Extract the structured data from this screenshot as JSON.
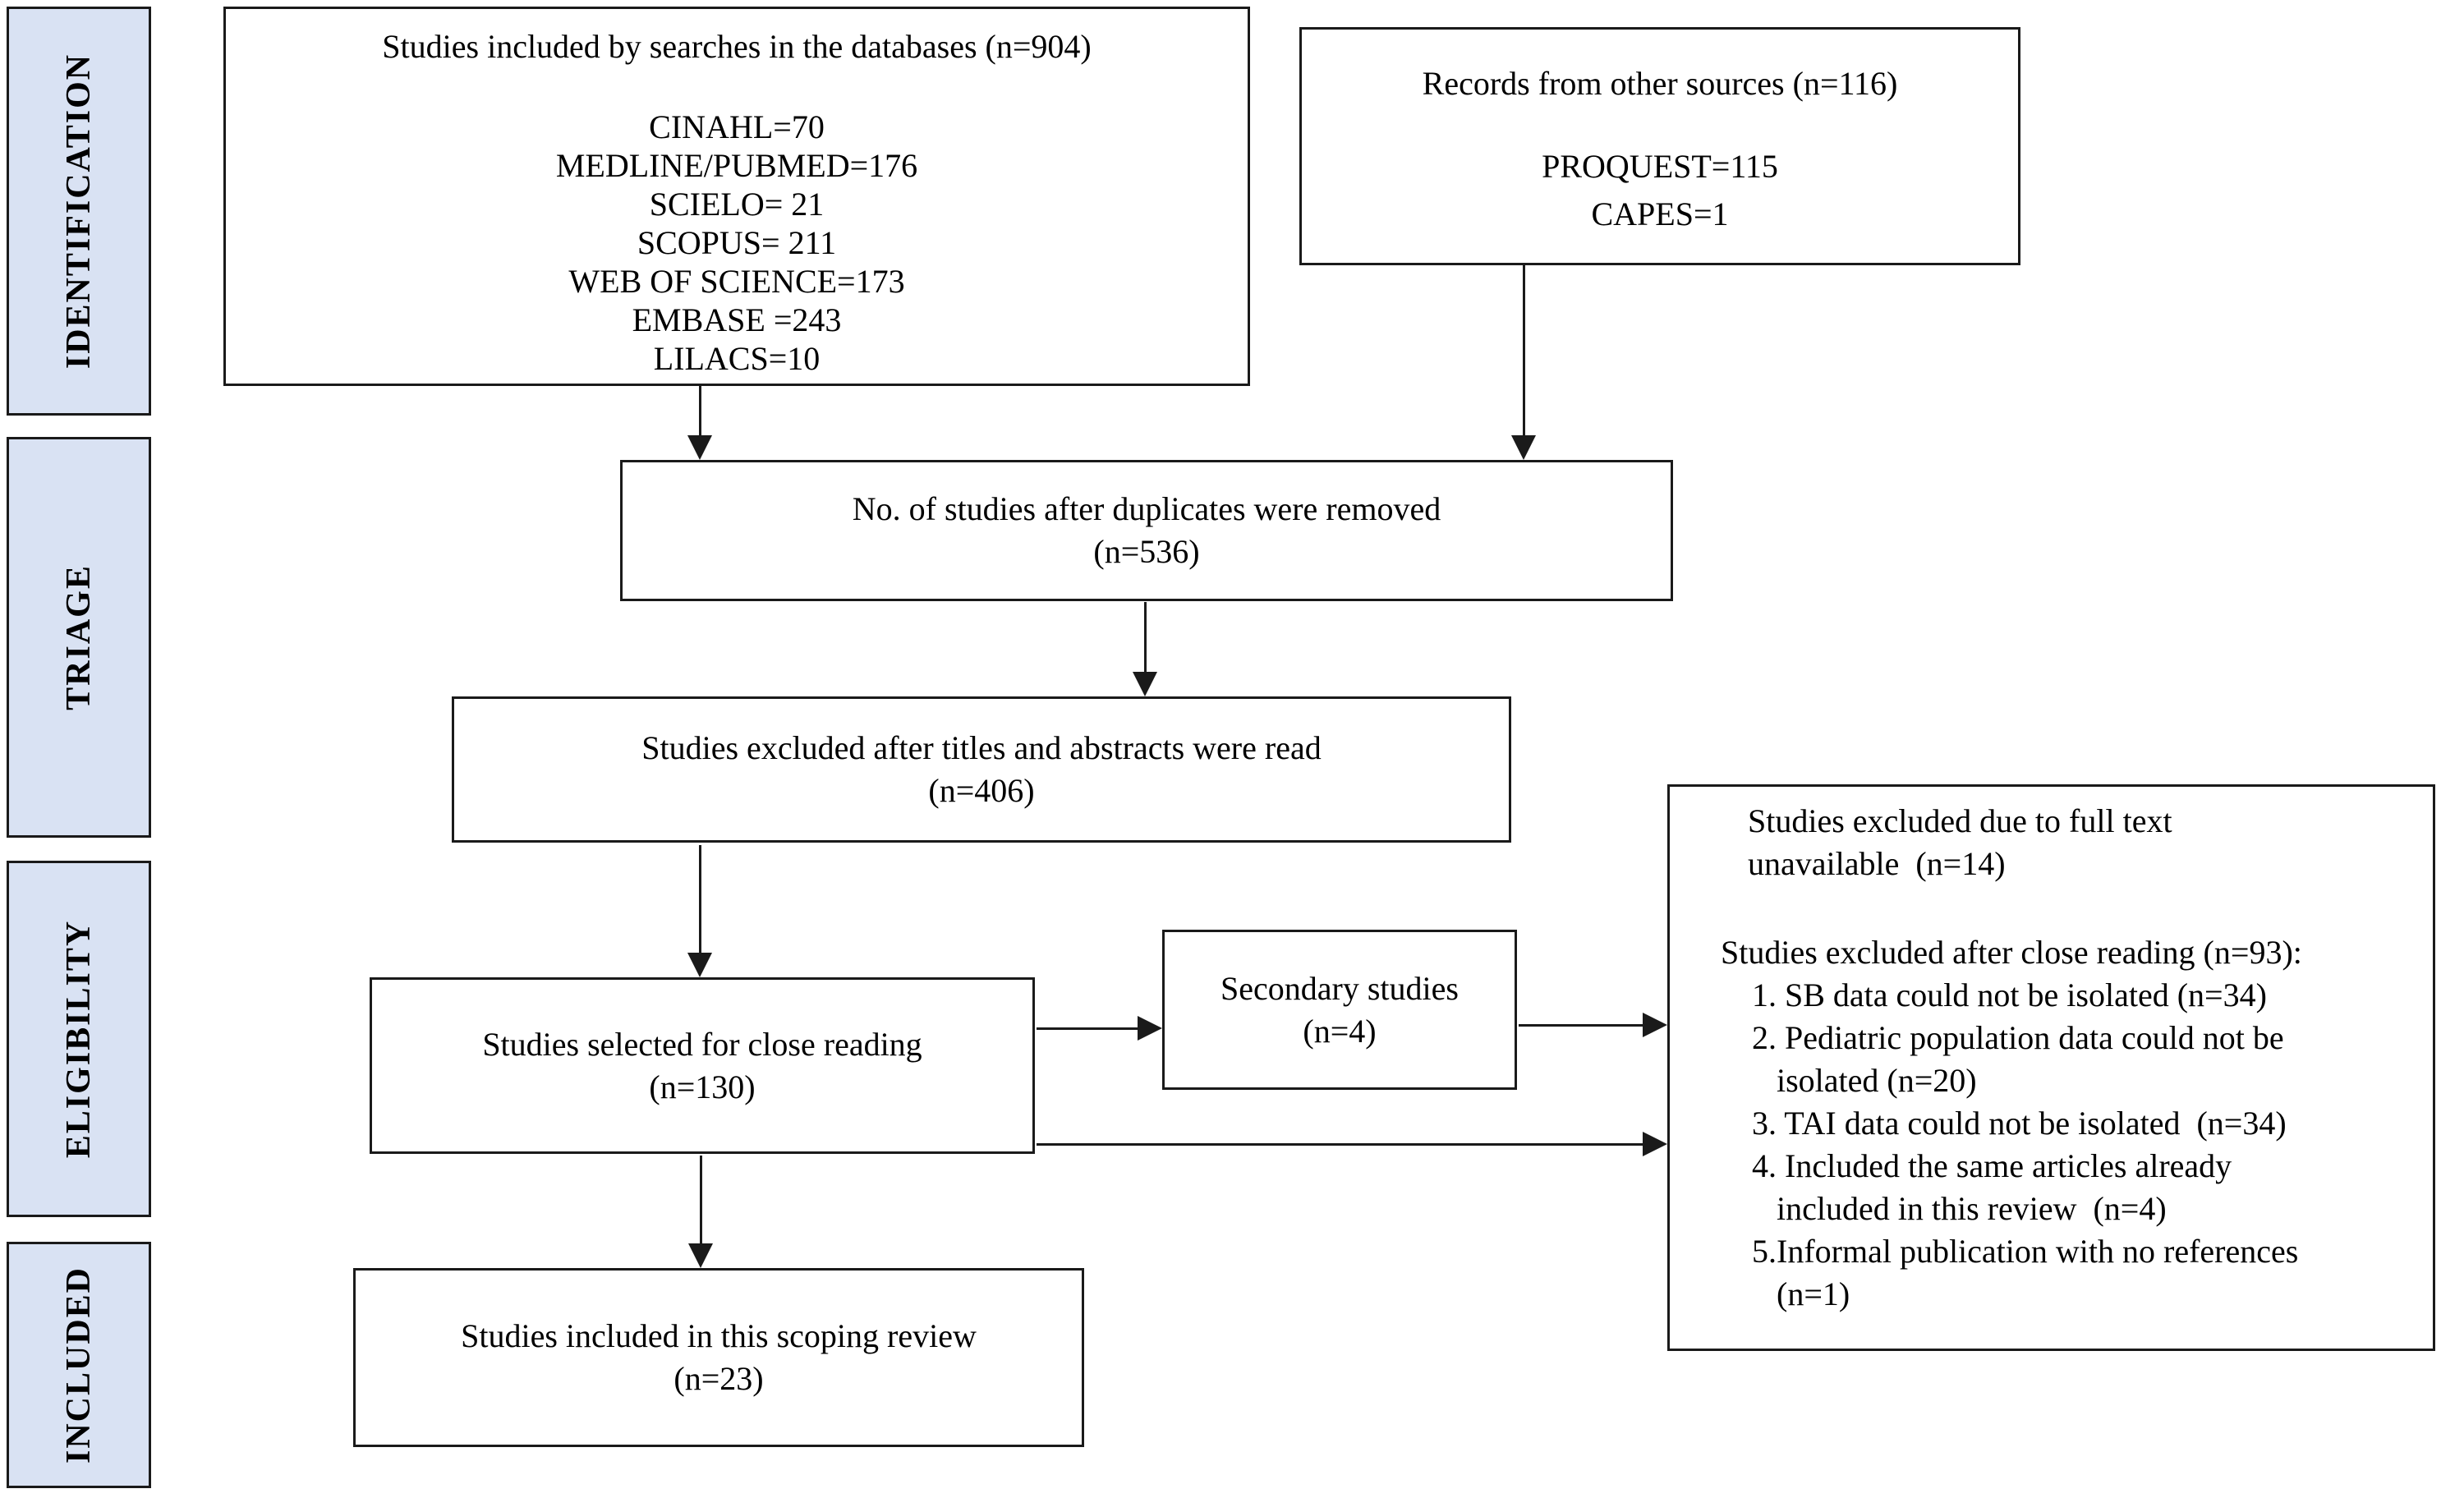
{
  "figure": {
    "type": "prisma-flow-diagram",
    "background": "#ffffff",
    "colors": {
      "stage_fill": "#d9e2f3",
      "border": "#1a1a1a",
      "text": "#000000"
    }
  },
  "sidebar": {
    "stages": [
      {
        "label": "IDENTIFICATION"
      },
      {
        "label": "TRIAGE"
      },
      {
        "label": "ELIGIBILITY"
      },
      {
        "label": "INCLUDED"
      }
    ]
  },
  "boxes": {
    "databases": {
      "title": "Studies included by searches in the databases (n=904)",
      "lines": [
        "CINAHL=70",
        "MEDLINE/PUBMED=176",
        "SCIELO= 21",
        "SCOPUS= 211",
        "WEB OF SCIENCE=173",
        "EMBASE =243",
        "LILACS=10"
      ]
    },
    "other_sources": {
      "title": "Records from other sources (n=116)",
      "lines": [
        "PROQUEST=115",
        "CAPES=1"
      ]
    },
    "duplicates": {
      "line1": "No. of studies after duplicates were removed",
      "line2": "(n=536)"
    },
    "title_abstract": {
      "line1": "Studies excluded after titles and abstracts were read",
      "line2": "(n=406)"
    },
    "close_reading": {
      "line1": "Studies selected for close reading",
      "line2": "(n=130)"
    },
    "secondary": {
      "line1": "Secondary studies",
      "line2": "(n=4)"
    },
    "excluded": {
      "para1_line1": "Studies excluded due to full text",
      "para1_line2": "unavailable  (n=14)",
      "para2": "Studies excluded after close reading (n=93):",
      "items": [
        {
          "lines": [
            "1. SB data could not be isolated (n=34)"
          ]
        },
        {
          "lines": [
            "2. Pediatric population data could not be",
            "isolated (n=20)"
          ]
        },
        {
          "lines": [
            "3. TAI data could not be isolated  (n=34)"
          ]
        },
        {
          "lines": [
            "4. Included the same articles already",
            "included in this review  (n=4)"
          ]
        },
        {
          "lines": [
            "5.Informal publication with no references",
            "(n=1)"
          ]
        }
      ]
    },
    "included": {
      "line1": "Studies included in this scoping review",
      "line2": "(n=23)"
    }
  }
}
